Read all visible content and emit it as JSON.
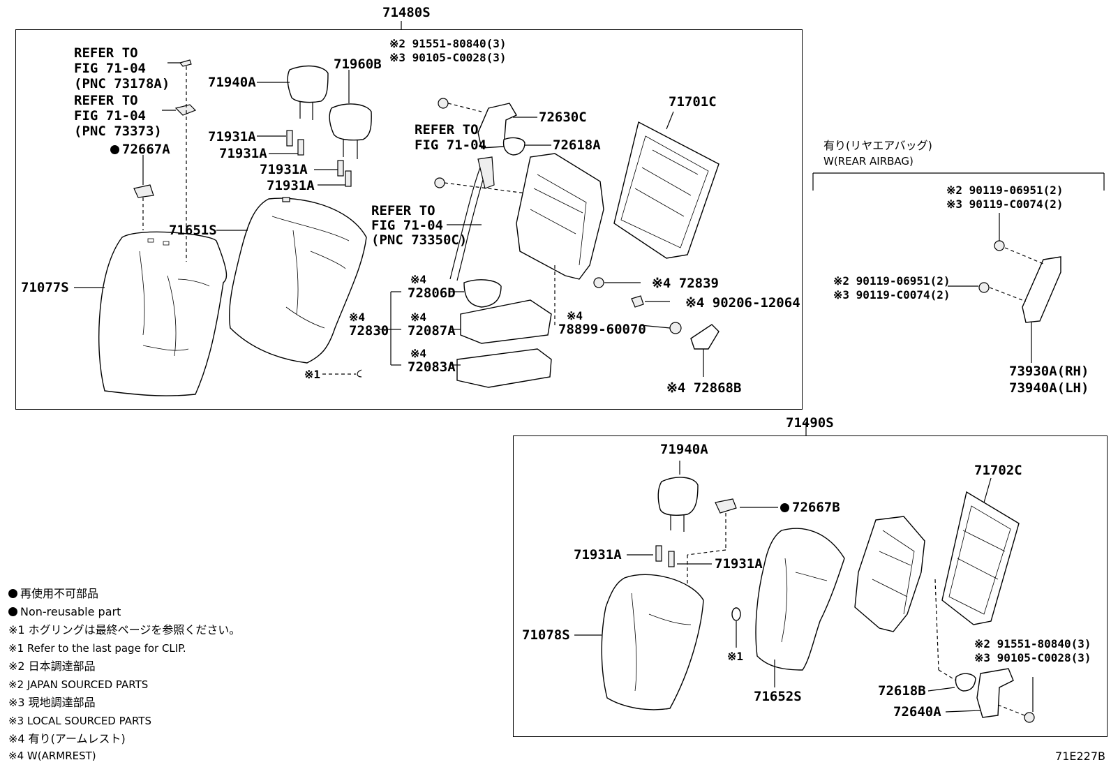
{
  "diagram": {
    "group_top": "71480S",
    "group_bottom": "71490S",
    "drawing_code": "71E227B",
    "legend": [
      "再使用不可部品",
      "Non-reusable part",
      "※1 ホグリングは最終ページを参照ください。",
      "※1 Refer to the last page for CLIP.",
      "※2 日本調達部品",
      "※2 JAPAN SOURCED PARTS",
      "※3 現地調達部品",
      "※3 LOCAL SOURCED PARTS",
      "※4 有り(アームレスト)",
      "※4 W(ARMREST)"
    ],
    "airbag": {
      "title_jp": "有り(リヤエアバッグ)",
      "title_en": "W(REAR AIRBAG)",
      "b1": "※2 90119-06951(2)",
      "b2": "※3 90119-C0074(2)",
      "b3": "※2 90119-06951(2)",
      "b4": "※3 90119-C0074(2)",
      "rh": "73930A(RH)",
      "lh": "73940A(LH)"
    },
    "top": {
      "ref1": [
        "REFER TO",
        "FIG 71-04",
        "(PNC 73178A)"
      ],
      "ref2": [
        "REFER TO",
        "FIG 71-04",
        "(PNC 73373)"
      ],
      "ref3": [
        "REFER TO",
        "FIG 71-04"
      ],
      "ref4": [
        "REFER TO",
        "FIG 71-04",
        "(PNC 73350C)"
      ],
      "p72667A": "72667A",
      "p71940A": "71940A",
      "p71960B": "71960B",
      "p71931A_1": "71931A",
      "p71931A_2": "71931A",
      "p71931A_3": "71931A",
      "p71931A_4": "71931A",
      "p71651S": "71651S",
      "p71077S": "71077S",
      "bolt1": "※2 91551-80840(3)",
      "bolt2": "※3 90105-C0028(3)",
      "p72630C": "72630C",
      "p72618A": "72618A",
      "p71701C": "71701C",
      "n4a": "※4",
      "p72806D": "72806D",
      "n4b": "※4",
      "p72830": "72830",
      "n4c": "※4",
      "p72087A": "72087A",
      "n4d": "※4",
      "p72083A": "72083A",
      "clip": "※1",
      "p72839": "※4 72839",
      "p90206": "※4 90206-12064",
      "n4e": "※4",
      "p78899": "78899-60070",
      "p72868B": "※4 72868B"
    },
    "bottom": {
      "p71940A": "71940A",
      "p72667B": "72667B",
      "p71702C": "71702C",
      "p71931A_1": "71931A",
      "p71931A_2": "71931A",
      "p71078S": "71078S",
      "clip": "※1",
      "p71652S": "71652S",
      "bolt1": "※2 91551-80840(3)",
      "bolt2": "※3 90105-C0028(3)",
      "p72618B": "72618B",
      "p72640A": "72640A"
    }
  }
}
